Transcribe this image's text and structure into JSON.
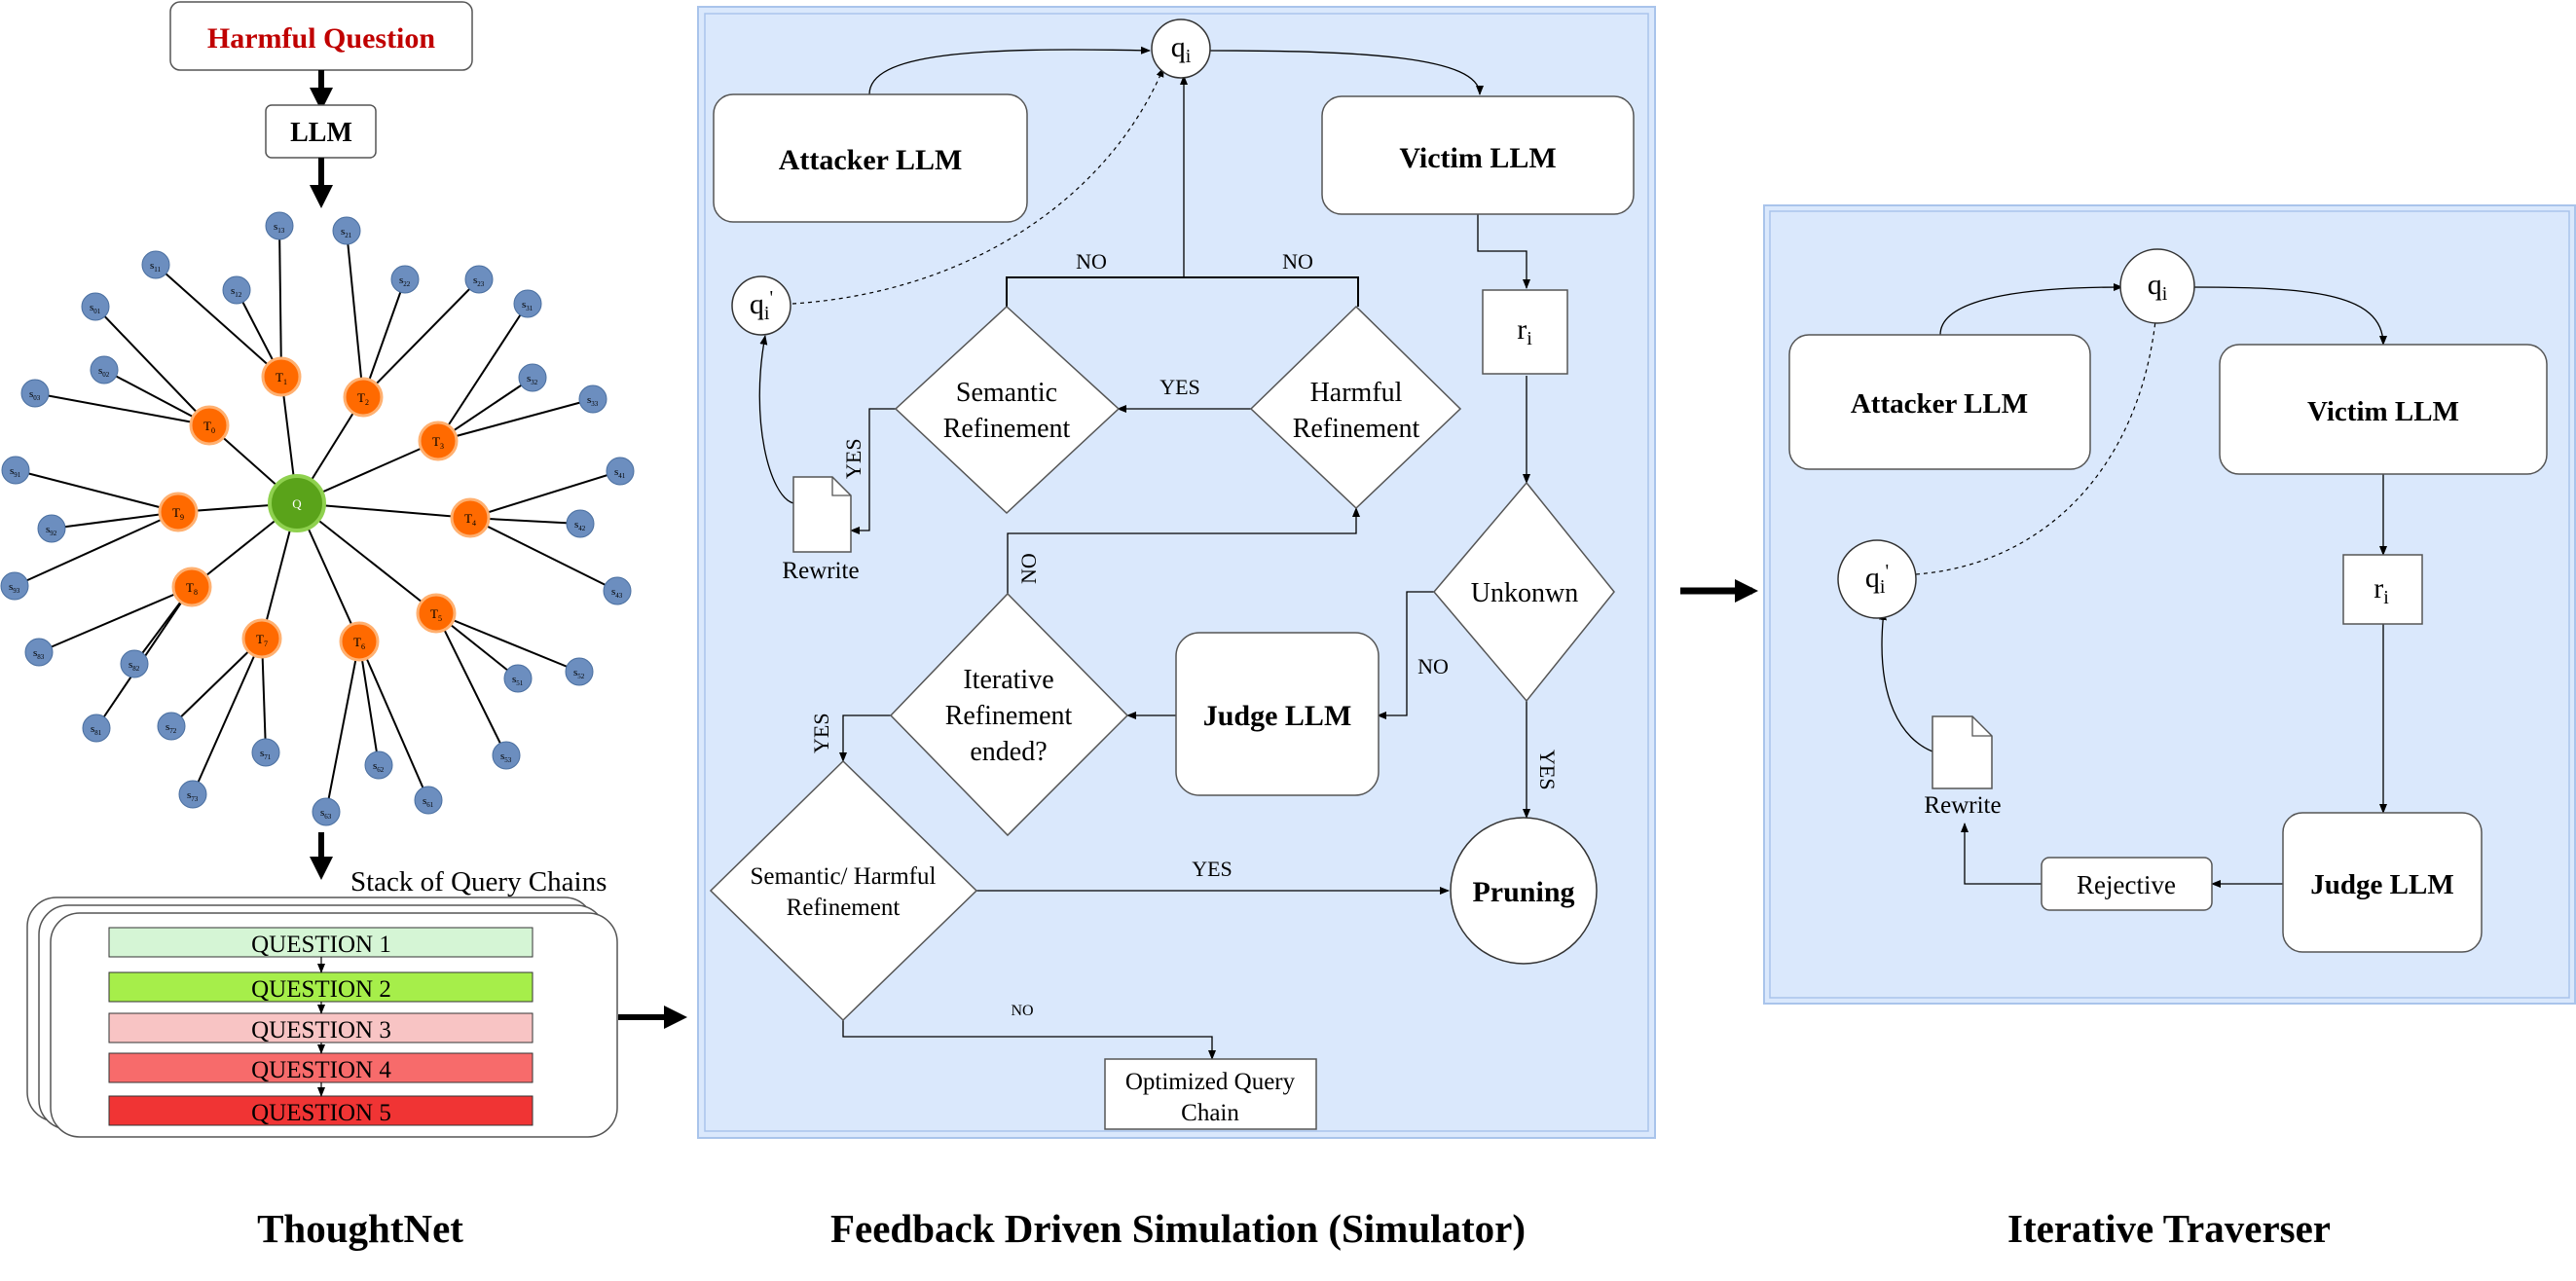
{
  "colors": {
    "panel_fill": "#dae8fc",
    "panel_stroke": "#a9c4eb",
    "title_red": "#c00000",
    "theme_node": "#ff6a00",
    "root_node": "#5aa31a",
    "sub_node": "#6c8ebf",
    "q1": "#d5f5d5",
    "q2": "#a6ee4a",
    "q3": "#f8c4c4",
    "q4": "#f76b6b",
    "q5": "#f03434"
  },
  "thoughtnet": {
    "harmful_question": "Harmful Question",
    "llm": "LLM",
    "root_label": "Q",
    "themes": [
      {
        "label": "T0"
      },
      {
        "label": "T1"
      },
      {
        "label": "T2"
      },
      {
        "label": "T3"
      },
      {
        "label": "T4"
      },
      {
        "label": "T5"
      },
      {
        "label": "T6"
      },
      {
        "label": "T7"
      },
      {
        "label": "T8"
      },
      {
        "label": "T9"
      }
    ],
    "stack_label": "Stack of Query Chains",
    "questions": [
      "QUESTION 1",
      "QUESTION 2",
      "QUESTION 3",
      "QUESTION 4",
      "QUESTION 5"
    ],
    "caption": "ThoughtNet"
  },
  "simulator": {
    "qi": "qi",
    "qi_prime": "qi'",
    "attacker": "Attacker LLM",
    "victim": "Victim LLM",
    "ri": "ri",
    "semantic_refinement": [
      "Semantic",
      "Refinement"
    ],
    "harmful_refinement": [
      "Harmful",
      "Refinement"
    ],
    "rewrite": "Rewrite",
    "unknown": "Unkonwn",
    "judge": "Judge LLM",
    "iterative_refinement": [
      "Iterative",
      "Refinement",
      "ended?"
    ],
    "semantic_harmful": [
      "Semantic/ Harmful",
      "Refinement"
    ],
    "pruning": "Pruning",
    "optimized": [
      "Optimized Query",
      "Chain"
    ],
    "labels": {
      "yes": "YES",
      "no": "NO"
    },
    "caption": "Feedback Driven Simulation (Simulator)"
  },
  "traverser": {
    "qi": "qi",
    "qi_prime": "qi'",
    "attacker": "Attacker LLM",
    "victim": "Victim LLM",
    "ri": "ri",
    "rewrite": "Rewrite",
    "rejective": "Rejective",
    "judge": "Judge LLM",
    "caption": "Iterative Traverser"
  }
}
